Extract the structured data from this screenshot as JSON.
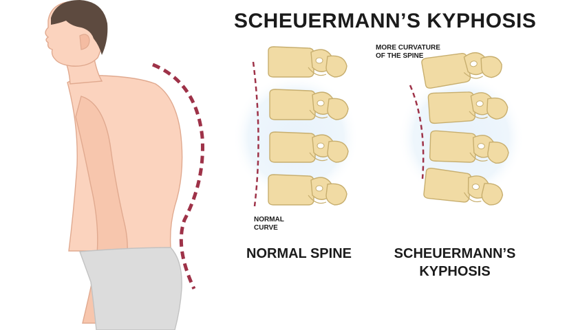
{
  "title": "SCHEUERMANN’S KYPHOSIS",
  "annotations": {
    "more_curvature": [
      "MORE CURVATURE",
      "OF THE SPINE"
    ],
    "normal_curve": [
      "NORMAL",
      "CURVE"
    ]
  },
  "panels": {
    "normal": {
      "label": "NORMAL SPINE"
    },
    "kyphosis": {
      "label": "SCHEUERMANN’S KYPHOSIS"
    }
  },
  "colors": {
    "bone": "#f1dba4",
    "bone_outline": "#c7ae6e",
    "skin": "#fbd3be",
    "skin_outline": "#e0a98f",
    "hair": "#5d4a3f",
    "pants": "#dcdcdc",
    "curve_marker": "#9e3248",
    "glow": "#e8f2fb"
  },
  "icons": [
    "person-silhouette",
    "vertebra-stack-normal",
    "vertebra-stack-kyphotic"
  ]
}
